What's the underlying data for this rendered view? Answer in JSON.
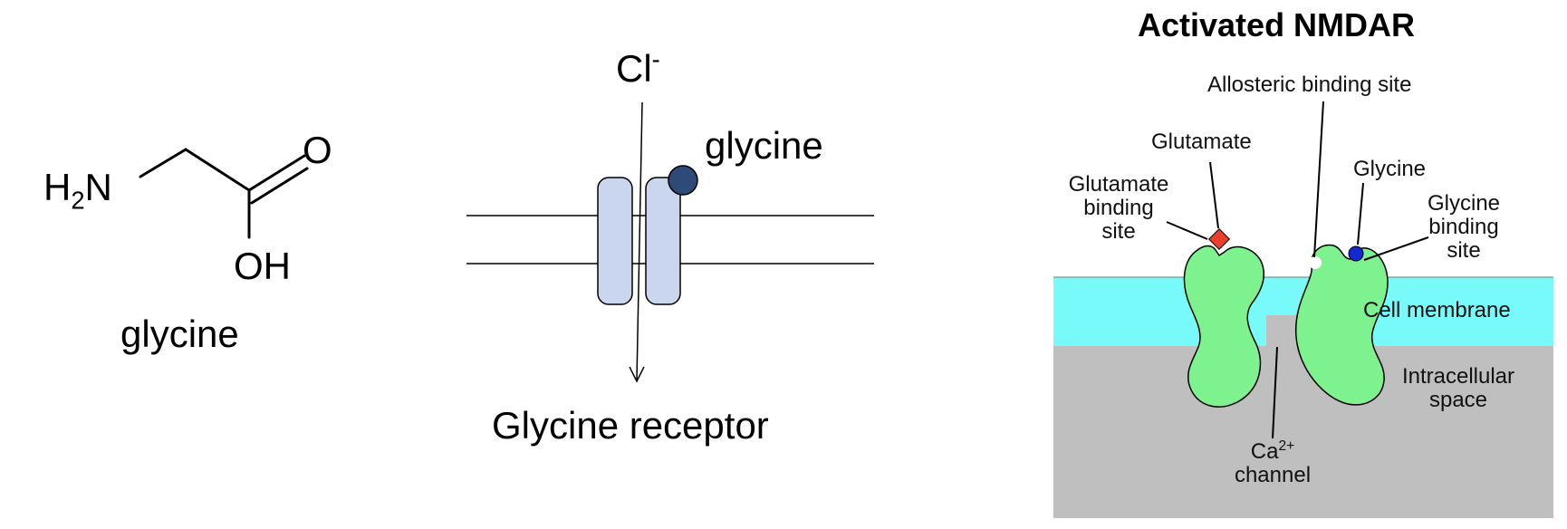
{
  "glycine_structure": {
    "amine_h": "H",
    "amine_sub": "2",
    "amine_n": "N",
    "carbonyl_o": "O",
    "hydroxyl": "OH",
    "caption": "glycine"
  },
  "glycine_receptor": {
    "ion": "Cl",
    "ion_charge": "-",
    "ligand_label": "glycine",
    "caption": "Glycine receptor",
    "colors": {
      "subunit_fill": "#c9d6ee",
      "ligand_fill": "#2e4a78"
    }
  },
  "nmdar": {
    "title": "Activated NMDAR",
    "labels": {
      "allosteric": "Allosteric binding site",
      "glutamate": "Glutamate",
      "glutamate_site_l1": "Glutamate",
      "glutamate_site_l2": "binding",
      "glutamate_site_l3": "site",
      "glycine": "Glycine",
      "glycine_site_l1": "Glycine",
      "glycine_site_l2": "binding",
      "glycine_site_l3": "site",
      "membrane": "Cell membrane",
      "intracellular_l1": "Intracellular",
      "intracellular_l2": "space",
      "channel_ion": "Ca",
      "channel_charge": "2+",
      "channel_word": "channel"
    },
    "colors": {
      "membrane": "#79fafa",
      "intracellular": "#bfbfbf",
      "subunit": "#7ef28e",
      "glutamate": "#e8402a",
      "glycine": "#1428d2"
    }
  }
}
